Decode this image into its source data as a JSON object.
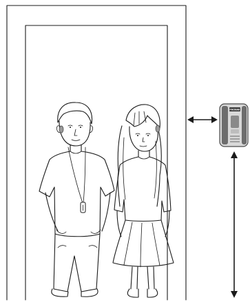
{
  "device": {
    "brand_label": "PHONAK"
  },
  "colors": {
    "line": "#1a1a1a",
    "device_body": "#d8d8d8",
    "device_dark": "#4a4a4a",
    "hearing_aid": "#9a9a9a",
    "background": "#ffffff"
  },
  "arrows": [
    {
      "id": "horizontal-distance-arrow",
      "orientation": "horizontal",
      "heads": "both"
    },
    {
      "id": "vertical-height-arrow",
      "orientation": "vertical",
      "heads": "both"
    }
  ],
  "figures": [
    {
      "id": "boy",
      "wears": [
        "hearing-aid",
        "neck-pendant"
      ]
    },
    {
      "id": "girl",
      "wears": [
        "hearing-aid"
      ]
    }
  ]
}
